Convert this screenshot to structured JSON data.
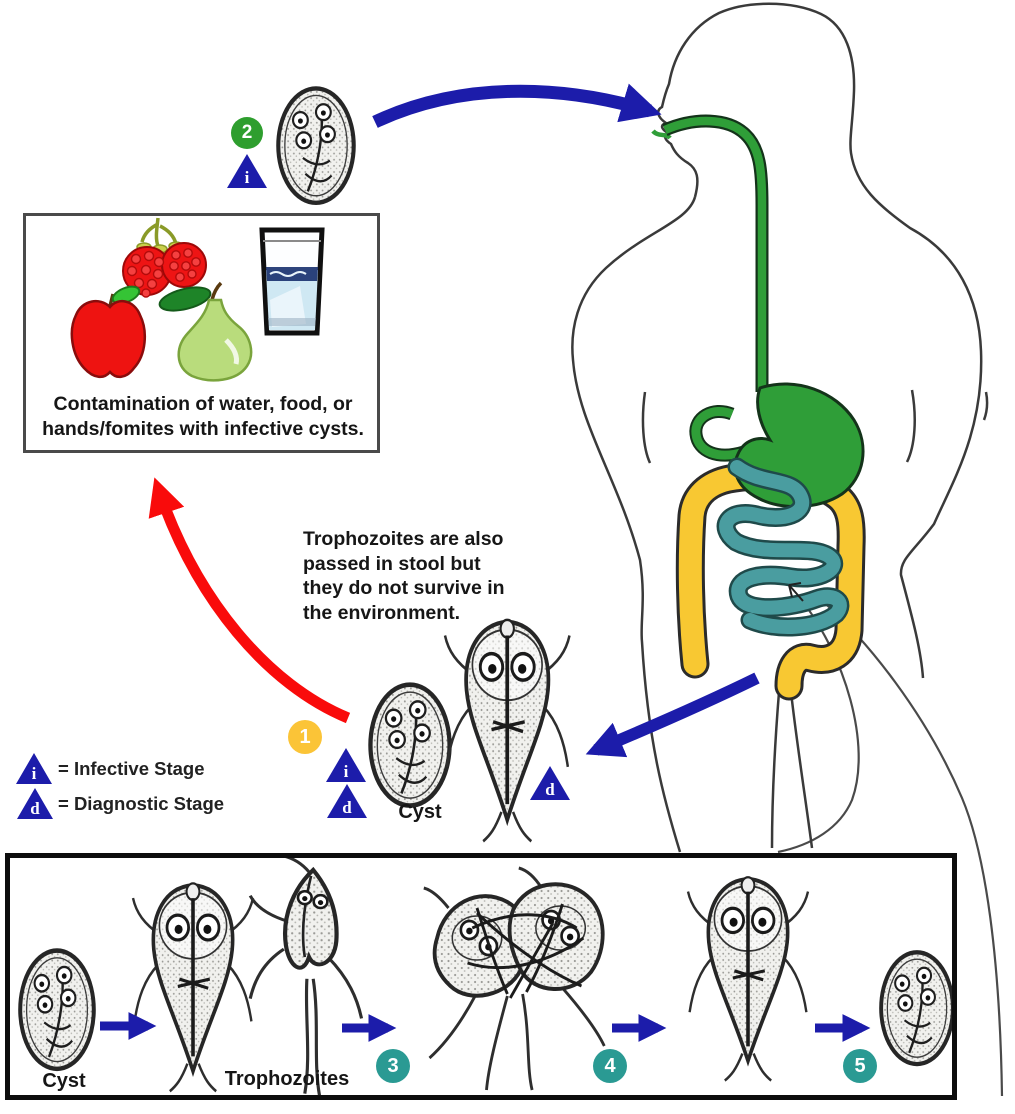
{
  "contamination_box": {
    "caption": "Contamination of water, food, or\nhands/fomites with infective cysts."
  },
  "notes": {
    "stool_note": "Trophozoites are also\npassed in stool but\nthey do not survive in\nthe environment."
  },
  "legend": {
    "infective_symbol": "i",
    "infective_label": "= Infective Stage",
    "diagnostic_symbol": "d",
    "diagnostic_label": "= Diagnostic Stage"
  },
  "stages": {
    "s1": "1",
    "s2": "2",
    "s3": "3",
    "s4": "4",
    "s5": "5"
  },
  "markers": {
    "infective": "i",
    "diagnostic": "d"
  },
  "labels": {
    "cyst_middle": "Cyst",
    "cyst_bottom": "Cyst",
    "trophozoites": "Trophozoites"
  },
  "colors": {
    "arrow_blue": "#1c1caa",
    "arrow_red": "#f90b0b",
    "badge_stage1": "#fbc437",
    "badge_stage2": "#2e9e2e",
    "badge_stage_3_4_5": "#2a9a93",
    "marker_triangle": "#1c1caa",
    "esophagus_stomach_green": "#2f9e38",
    "colon_yellow": "#f8c832",
    "small_intestine_teal": "#4a9da0"
  }
}
